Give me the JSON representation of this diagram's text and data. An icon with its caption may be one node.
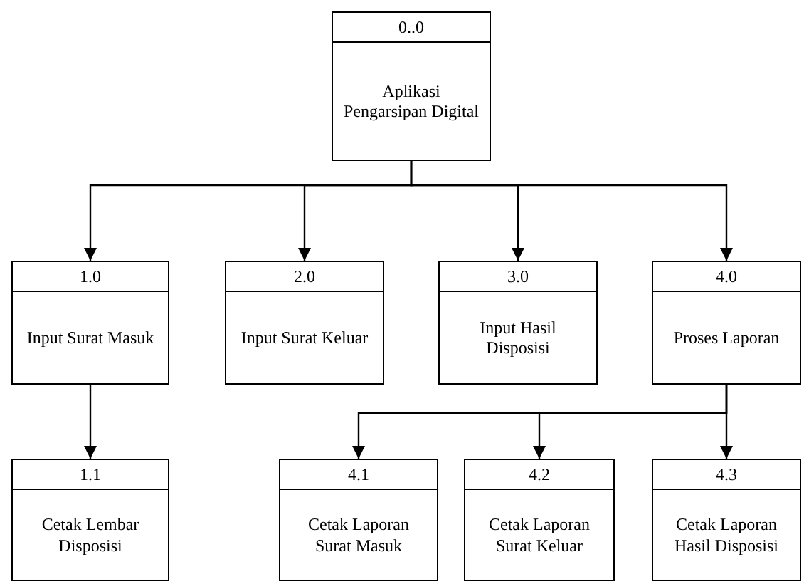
{
  "diagram": {
    "nodes": [
      {
        "text": [
          "0..0",
          "Aplikasi Pengarsipan Digital"
        ]
      },
      {
        "text": [
          "1.0",
          "Input Surat Masuk"
        ]
      },
      {
        "text": [
          "2.0",
          "Input Surat Keluar"
        ]
      },
      {
        "text": [
          "3.0",
          "Input Hasil Disposisi"
        ]
      },
      {
        "text": [
          "4.0",
          "Proses Laporan"
        ]
      },
      {
        "text": [
          "1.1",
          "Cetak Lembar Disposisi"
        ]
      },
      {
        "text": [
          "4.1",
          "Cetak Laporan Surat Masuk"
        ]
      },
      {
        "text": [
          "4.2",
          "Cetak Laporan Surat Keluar"
        ]
      },
      {
        "text": [
          "4.3",
          "Cetak Laporan Hasil Disposisi"
        ]
      }
    ],
    "edges": [
      {
        "from": 0,
        "to": 1,
        "arrow": "to"
      },
      {
        "from": 0,
        "to": 2,
        "arrow": "to"
      },
      {
        "from": 0,
        "to": 3,
        "arrow": "to"
      },
      {
        "from": 0,
        "to": 4,
        "arrow": "to"
      },
      {
        "from": 1,
        "to": 5,
        "arrow": "to"
      },
      {
        "from": 4,
        "to": 6,
        "arrow": "to"
      },
      {
        "from": 4,
        "to": 7,
        "arrow": "to"
      },
      {
        "from": 4,
        "to": 8,
        "arrow": "to"
      }
    ]
  }
}
